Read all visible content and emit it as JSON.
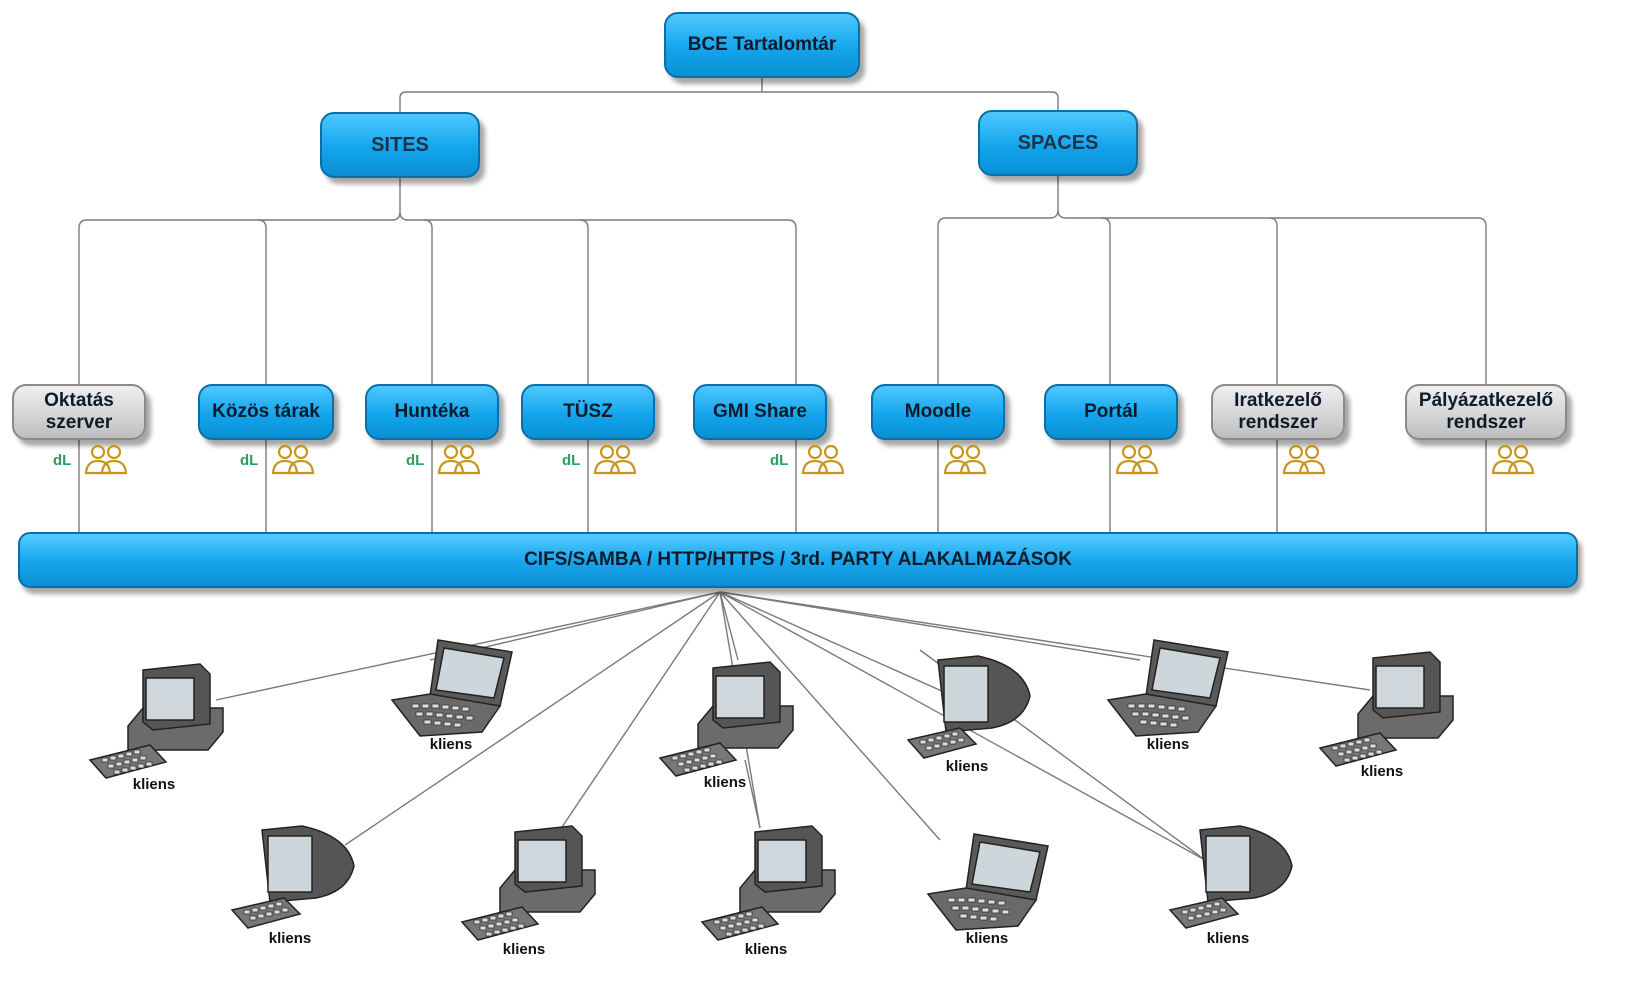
{
  "title": "BCE Tartalomtár",
  "branches": {
    "sites": "SITES",
    "spaces": "SPACES"
  },
  "services": [
    {
      "lines": [
        "Oktatás",
        "szerver"
      ],
      "style": "grey",
      "dl": "dL"
    },
    {
      "lines": [
        "Közös tárak"
      ],
      "style": "blue",
      "dl": "dL"
    },
    {
      "lines": [
        "Huntéka"
      ],
      "style": "blue",
      "dl": "dL"
    },
    {
      "lines": [
        "TÜSZ"
      ],
      "style": "blue",
      "dl": "dL"
    },
    {
      "lines": [
        "GMI Share"
      ],
      "style": "blue",
      "dl": "dL"
    },
    {
      "lines": [
        "Moodle"
      ],
      "style": "blue",
      "dl": ""
    },
    {
      "lines": [
        "Portál"
      ],
      "style": "blue",
      "dl": ""
    },
    {
      "lines": [
        "Iratkezelő",
        "rendszer"
      ],
      "style": "grey",
      "dl": ""
    },
    {
      "lines": [
        "Pályázatkezelő",
        "rendszer"
      ],
      "style": "grey",
      "dl": ""
    }
  ],
  "bus_label": "CIFS/SAMBA / HTTP/HTTPS / 3rd. PARTY ALAKALMAZÁSOK",
  "clients": [
    {
      "kind": "desktop",
      "label": "kliens"
    },
    {
      "kind": "laptop",
      "label": "kliens"
    },
    {
      "kind": "desktop",
      "label": "kliens"
    },
    {
      "kind": "crt",
      "label": "kliens"
    },
    {
      "kind": "laptop",
      "label": "kliens"
    },
    {
      "kind": "desktop",
      "label": "kliens"
    },
    {
      "kind": "crt",
      "label": "kliens"
    },
    {
      "kind": "desktop",
      "label": "kliens"
    },
    {
      "kind": "desktop",
      "label": "kliens"
    },
    {
      "kind": "laptop",
      "label": "kliens"
    },
    {
      "kind": "crt",
      "label": "kliens"
    }
  ],
  "colors": {
    "node_blue": "#13a5ec",
    "node_grey": "#d3d3d3",
    "dl_green": "#2e9e5e",
    "user_icon": "#c8961e"
  }
}
